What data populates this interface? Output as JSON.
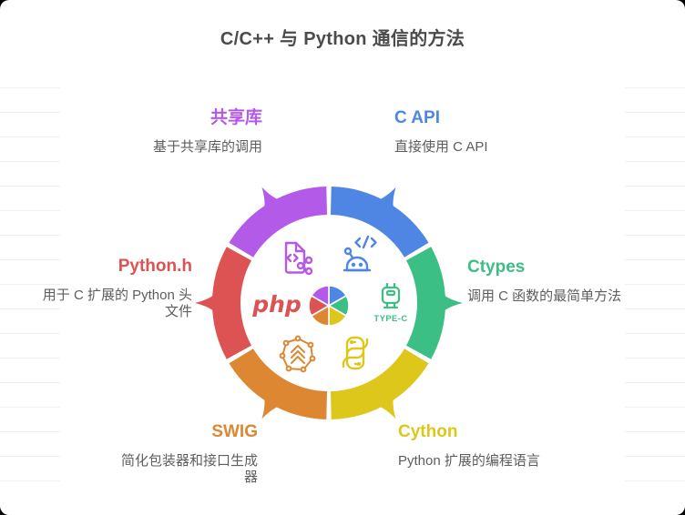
{
  "title": "C/C++ 与 Python 通信的方法",
  "items": [
    {
      "id": "shared-lib",
      "label": "共享库",
      "desc": "基于共享库的调用",
      "color": "#b35ae8"
    },
    {
      "id": "c-api",
      "label": "C API",
      "desc": "直接使用 C API",
      "color": "#4f86e3"
    },
    {
      "id": "ctypes",
      "label": "Ctypes",
      "desc": "调用 C 函数的最简单方法",
      "color": "#3cbf85"
    },
    {
      "id": "cython",
      "label": "Cython",
      "desc": "Python 扩展的编程语言",
      "color": "#ddc71a"
    },
    {
      "id": "swig",
      "label": "SWIG",
      "desc": "简化包装器和接口生成器",
      "color": "#dd8733"
    },
    {
      "id": "python-h",
      "label": "Python.h",
      "desc": "用于 C 扩展的 Python 头文件",
      "color": "#dd5353"
    }
  ],
  "center_icons": {
    "php_label": "php",
    "type_c_label": "TYPE-C",
    "names": [
      "code-file-share-icon",
      "robot-code-icon",
      "usb-type-c-icon",
      "python-logo-icon",
      "network-chevrons-icon",
      "php-text-icon"
    ]
  },
  "background": {
    "card": "#ffffff",
    "stripe_line": "#f0f0f4",
    "title_color": "#4b4b4b",
    "desc_color": "#5e5e5e"
  }
}
